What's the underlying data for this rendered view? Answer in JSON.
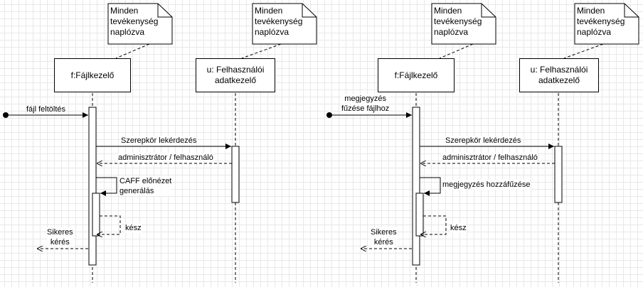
{
  "diagrams": [
    {
      "note_text": "Minden\ntevékenység\nnaplózva",
      "lifeline_a": "f:Fájlkezelő",
      "lifeline_b": "u: Felhasználói\nadatkezelő",
      "msg_in": "fájl feltöltés",
      "msg_role_query": "Szerepkör lekérdezés",
      "msg_role_reply": "adminisztrátor / felhasználó",
      "msg_self": "CAFF előnézet\ngenerálás",
      "msg_done": "kész",
      "msg_out": "Sikeres\nkérés"
    },
    {
      "note_text": "Minden\ntevékenység\nnaplózva",
      "lifeline_a": "f:Fájlkezelő",
      "lifeline_b": "u: Felhasználói\nadatkezelő",
      "msg_in": "megjegyzés\nfűzése fájlhoz",
      "msg_role_query": "Szerepkör lekérdezés",
      "msg_role_reply": "adminisztrátor / felhasználó",
      "msg_self": "megjegyzés hozzáfűzése",
      "msg_done": "kész",
      "msg_out": "Sikeres\nkérés"
    }
  ]
}
